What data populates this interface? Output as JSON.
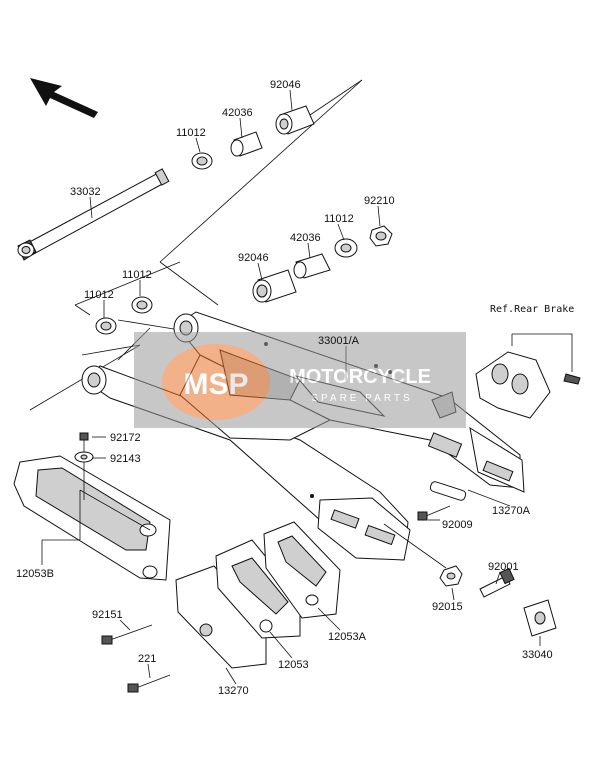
{
  "watermark": {
    "logo": "MSP",
    "title": "MOTORCYCLE",
    "subtitle": "SPARE PARTS",
    "color": "#e8732a"
  },
  "reference_note": "Ref.Rear Brake",
  "part_numbers": {
    "p92046_top": "92046",
    "p42036_top": "42036",
    "p11012_top": "11012",
    "p33032": "33032",
    "p92210": "92210",
    "p11012_mid": "11012",
    "p42036_mid": "42036",
    "p92046_mid": "92046",
    "p11012_left_a": "11012",
    "p11012_left_b": "11012",
    "p33001A": "33001/A",
    "p92172": "92172",
    "p92143": "92143",
    "p12053B": "12053B",
    "p92009": "92009",
    "p13270A": "13270A",
    "p92001": "92001",
    "p92015": "92015",
    "p92151": "92151",
    "p12053A": "12053A",
    "p221": "221",
    "p12053": "12053",
    "p13270": "13270",
    "p33040": "33040"
  },
  "icons": {
    "direction": "front-direction-arrow-icon"
  }
}
